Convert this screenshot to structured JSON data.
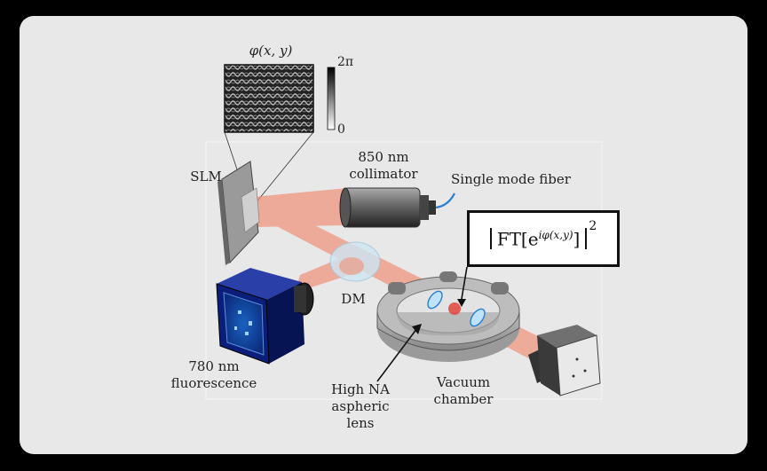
{
  "diagram": {
    "phase_title": "φ(x, y)",
    "colorbar_max": "2π",
    "colorbar_min": "0",
    "slm_label": "SLM",
    "collimator_label": "850 nm\ncollimator",
    "fiber_label": "Single mode fiber",
    "dm_label": "DM",
    "camera_label": "780 nm\nfluorescence",
    "lens_label": "High NA\naspheric\nlens",
    "chamber_label": "Vacuum\nchamber",
    "ft_expression": {
      "prefix": "FT[e",
      "exponent": "iφ(x,y)",
      "suffix": "]",
      "power": "2"
    }
  },
  "colors": {
    "frame_bg": "#e8e8e8",
    "beam": "#f08a70",
    "camera_body": "#0b1f7a",
    "fiber": "#2a7fd0"
  }
}
